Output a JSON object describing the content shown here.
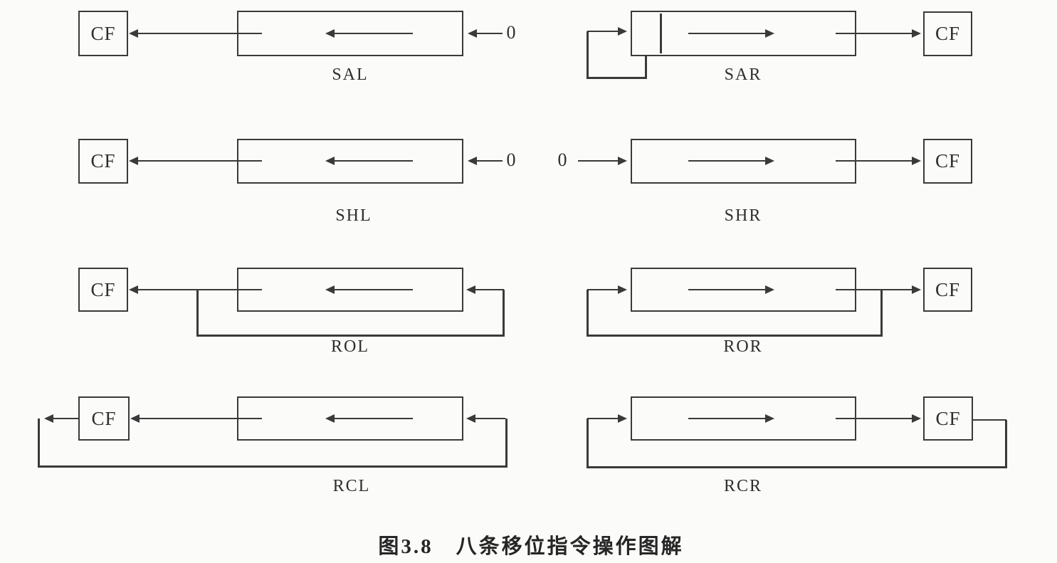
{
  "figure": {
    "caption": "图3.8　八条移位指令操作图解"
  },
  "diagrams": [
    {
      "id": "sal",
      "label": "SAL",
      "cf": "CF",
      "zero": "0"
    },
    {
      "id": "sar",
      "label": "SAR",
      "cf": "CF"
    },
    {
      "id": "shl",
      "label": "SHL",
      "cf": "CF",
      "zero": "0"
    },
    {
      "id": "shr",
      "label": "SHR",
      "cf": "CF",
      "zero": "0"
    },
    {
      "id": "rol",
      "label": "ROL",
      "cf": "CF"
    },
    {
      "id": "ror",
      "label": "ROR",
      "cf": "CF"
    },
    {
      "id": "rcl",
      "label": "RCL",
      "cf": "CF"
    },
    {
      "id": "rcr",
      "label": "RCR",
      "cf": "CF"
    }
  ],
  "colors": {
    "line": "#3a3a3a",
    "text": "#2e2e2e",
    "background": "#fbfbf9"
  }
}
